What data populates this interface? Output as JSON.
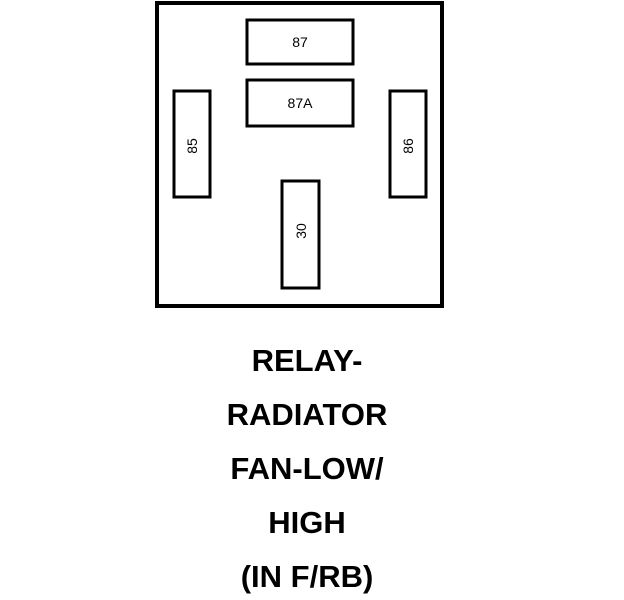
{
  "relay": {
    "terminals": {
      "t87": "87",
      "t87a": "87A",
      "t85": "85",
      "t86": "86",
      "t30": "30"
    }
  },
  "caption": {
    "lines": [
      "RELAY-",
      "RADIATOR",
      "FAN-LOW/",
      "HIGH",
      "(IN F/RB)"
    ]
  },
  "colors": {
    "stroke": "#000000",
    "background": "#ffffff"
  }
}
